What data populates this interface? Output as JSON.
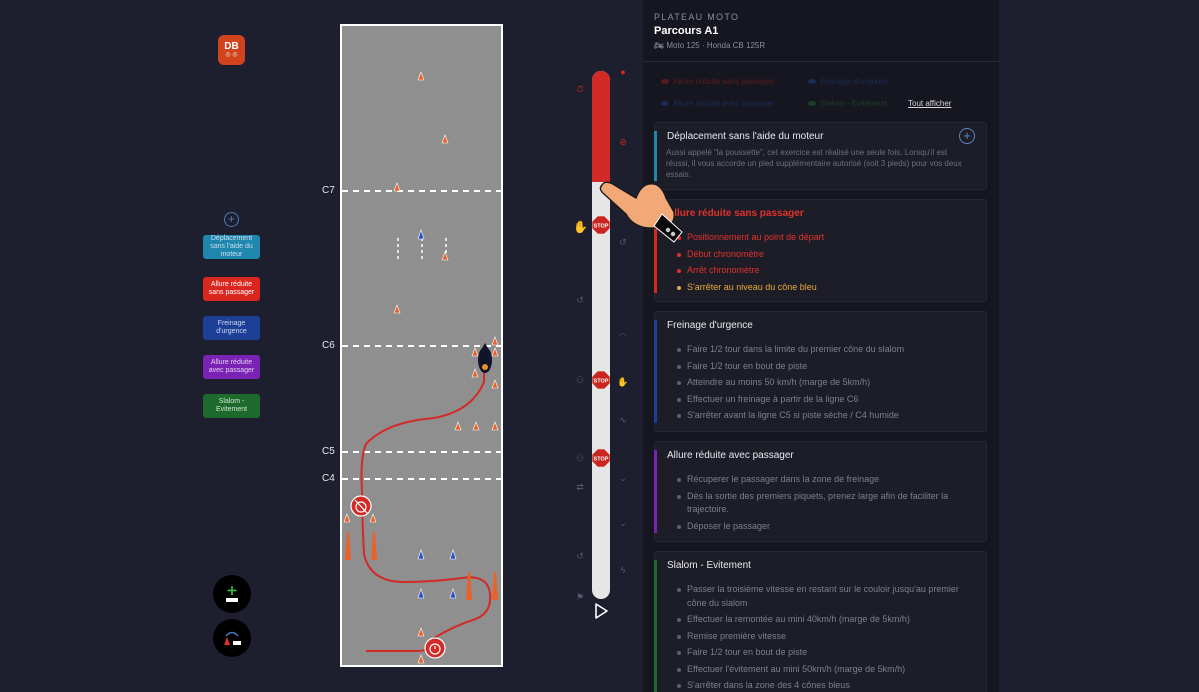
{
  "user": {
    "initials": "DB",
    "status": "◎ ◎"
  },
  "chips": [
    {
      "label": "Déplacement sans l'aide du moteur",
      "color": "#1f87ad"
    },
    {
      "label": "Allure réduite sans passager",
      "color": "#d9261f"
    },
    {
      "label": "Freinage d'urgence",
      "color": "#1e3f96"
    },
    {
      "label": "Allure réduite avec passager",
      "color": "#7a22b4"
    },
    {
      "label": "Slalom - Evitement",
      "color": "#1d6a2c"
    }
  ],
  "track": {
    "lines": [
      {
        "label": "C7"
      },
      {
        "label": "C6"
      },
      {
        "label": "C5"
      },
      {
        "label": "C4"
      }
    ]
  },
  "timeline": {
    "progress": 0.21,
    "stop_label": "STOP"
  },
  "header": {
    "kicker": "PLATEAU MOTO",
    "title": "Parcours A1",
    "vehicle": "Moto 125 · Honda CB 125R"
  },
  "legend": {
    "items": [
      {
        "label": "Allure réduite sans passager",
        "color": "#d9261f"
      },
      {
        "label": "Freinage d'urgence",
        "color": "#2b52b8"
      },
      {
        "label": "Allure réduite avec passager",
        "color": "#2b52b8"
      },
      {
        "label": "Slalom - Evitement",
        "color": "#2a8a3a"
      }
    ],
    "show_all": "Tout afficher"
  },
  "cards": [
    {
      "title": "Déplacement sans l'aide du moteur",
      "color": "#1f87ad",
      "desc": "Aussi appelé \"la poussette\", cet exercice est réalisé une seule fois. Lorsqu'il est réussi, il vous accorde un pied supplémentaire autorisé (soit 3 pieds) pour vos deux essais.",
      "add_label": "+"
    },
    {
      "title": "Allure réduite sans passager",
      "color": "#d9261f",
      "steps": [
        "Positionnement au point de départ",
        "Début chronomètre",
        "Arrêt chronomètre",
        "S'arrêter au niveau du cône bleu"
      ]
    },
    {
      "title": "Freinage d'urgence",
      "color": "#1e3f96",
      "steps": [
        "Faire 1/2 tour dans la limite du premier cône du slalom",
        "Faire 1/2 tour en bout de piste",
        "Atteindre au moins 50 km/h (marge de 5km/h)",
        "Effectuer un freinage à partir de la ligne C6",
        "S'arrêter avant la ligne C5 si piste sèche / C4 humide"
      ]
    },
    {
      "title": "Allure réduite avec passager",
      "color": "#7a22b4",
      "steps": [
        "Récuperer le passager dans la zone de freinage",
        "Dès la sortie des premiers piquets, prenez large afin de faciliter la trajectoire.",
        "Déposer le passager"
      ]
    },
    {
      "title": "Slalom - Evitement",
      "color": "#1d6a2c",
      "steps": [
        "Passer la troisième vitesse en restant sur le couloir jusqu'au premier cône du slalom",
        "Effectuer la remontée au mini 40km/h (marge de 5km/h)",
        "Remise première vitesse",
        "Faire 1/2 tour en bout de piste",
        "Effectuer l'évitement au mini 50km/h (marge de 5km/h)",
        "S'arrêter dans la zone des 4 cônes bleus"
      ]
    }
  ]
}
